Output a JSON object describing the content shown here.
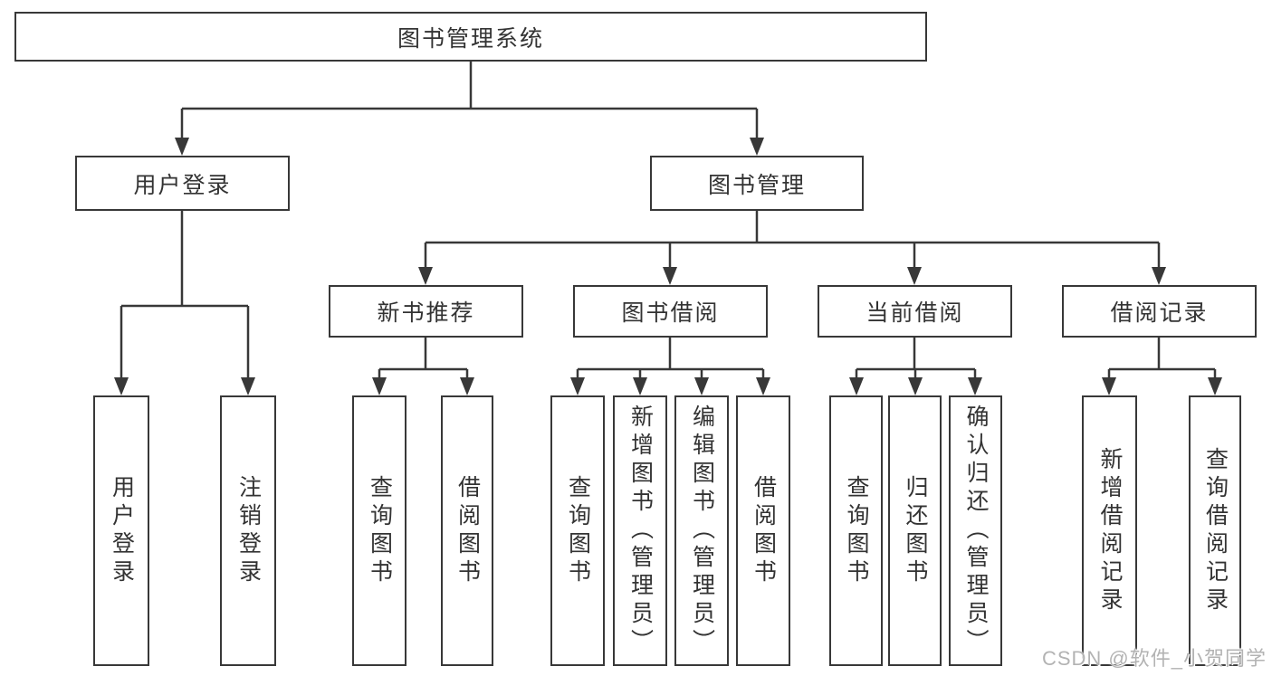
{
  "tree": {
    "root": "图书管理系统",
    "branches": [
      {
        "label": "用户登录",
        "children": [
          {
            "label": "用户登录"
          },
          {
            "label": "注销登录"
          }
        ]
      },
      {
        "label": "图书管理",
        "groups": [
          {
            "label": "新书推荐",
            "children": [
              {
                "label": "查询图书"
              },
              {
                "label": "借阅图书"
              }
            ]
          },
          {
            "label": "图书借阅",
            "children": [
              {
                "label": "查询图书"
              },
              {
                "label": "新增图书（管理员）"
              },
              {
                "label": "编辑图书（管理员）"
              },
              {
                "label": "借阅图书"
              }
            ]
          },
          {
            "label": "当前借阅",
            "children": [
              {
                "label": "查询图书"
              },
              {
                "label": "归还图书"
              },
              {
                "label": "确认归还（管理员）"
              }
            ]
          },
          {
            "label": "借阅记录",
            "children": [
              {
                "label": "新增借阅记录"
              },
              {
                "label": "查询借阅记录"
              }
            ]
          }
        ]
      }
    ]
  },
  "watermark": {
    "text": "CSDN @软件_小贺同学"
  },
  "colors": {
    "line": "#383838",
    "box_border": "#383838",
    "text": "#333333",
    "watermark": "#b3b3b3",
    "background": "#ffffff"
  }
}
